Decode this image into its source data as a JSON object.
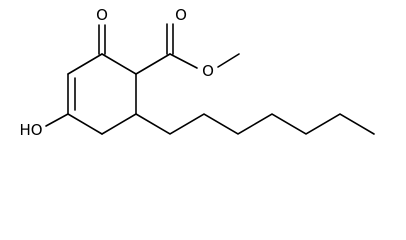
{
  "structure": {
    "atoms": {
      "ketone_oxygen": "O",
      "ester_carbonyl_oxygen": "O",
      "ester_ether_oxygen": "O",
      "hydroxyl": "HO"
    }
  },
  "colors": {
    "bond": "#000000",
    "text": "#000000",
    "background": "#ffffff"
  }
}
